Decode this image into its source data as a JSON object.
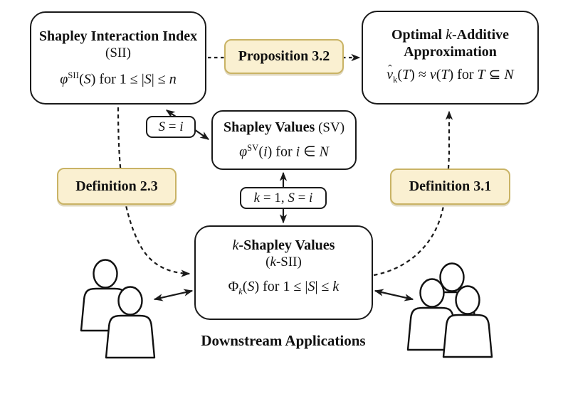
{
  "colors": {
    "highlight_fill": "#faf0d1",
    "highlight_border": "#c9b365",
    "line_color": "#1a1a1a",
    "node_fill": "#ffffff"
  },
  "nodes": {
    "sii": {
      "title": "Shapley Interaction Index",
      "subtitle": "(SII)",
      "formula": {
        "phi": "φ",
        "sup": "SII",
        "open": "(",
        "S": "S",
        "mid": ") for 1 ≤ |",
        "S2": "S",
        "tail": "| ≤ ",
        "n": "n"
      }
    },
    "optimal": {
      "title1a": "Optimal ",
      "title1k": "k",
      "title1b": "-Additive",
      "title2": "Approximation",
      "formula": {
        "hat": "ˆ",
        "nu": "ν",
        "sub": "k",
        "open": "(",
        "T": "T",
        "approx": ") ≈ ",
        "nu2": "ν",
        "open2": "(",
        "T2": "T",
        "mid": ") for ",
        "T3": "T",
        "subset": " ⊆ ",
        "N": "N"
      }
    },
    "sv": {
      "title": "Shapley Values",
      "subtitle": " (SV)",
      "formula": {
        "phi": "φ",
        "sup": "SV",
        "open": "(",
        "i": "i",
        "mid": ") for ",
        "i2": "i",
        "elem": " ∈ ",
        "N": "N"
      }
    },
    "ksii": {
      "title_k": "k",
      "title_rest": "-Shapley Values",
      "sub_open": "(",
      "sub_k": "k",
      "sub_rest": "-SII)",
      "formula": {
        "Phi": "Φ",
        "sub": "k",
        "open": "(",
        "S": "S",
        "mid": ") for 1 ≤ |",
        "S2": "S",
        "tail": "| ≤ ",
        "k": "k"
      }
    }
  },
  "tags": {
    "proposition": "Proposition 3.2",
    "definition_left": "Definition 2.3",
    "definition_right": "Definition 3.1"
  },
  "connector_labels": {
    "s_label": {
      "S": "S",
      "eq": " = ",
      "i": "i"
    },
    "k_label": {
      "k": "k",
      "eq1": " = 1, ",
      "S": "S",
      "eq2": " = ",
      "i": "i"
    }
  },
  "caption": "Downstream Applications",
  "icons": {
    "left_group": "two-people-icon",
    "right_group": "three-people-icon"
  }
}
